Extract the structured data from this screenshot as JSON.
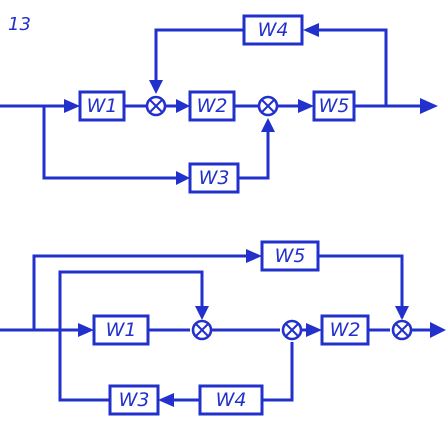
{
  "problem_number": "13",
  "colors": {
    "ink": "#2230cc",
    "background": "#ffffff"
  },
  "diagram_top": {
    "blocks": {
      "w1": "W1",
      "w2": "W2",
      "w3": "W3",
      "w4": "W4",
      "w5": "W5"
    }
  },
  "diagram_bottom": {
    "blocks": {
      "w1": "W1",
      "w2": "W2",
      "w3": "W3",
      "w4": "W4",
      "w5": "W5"
    }
  }
}
